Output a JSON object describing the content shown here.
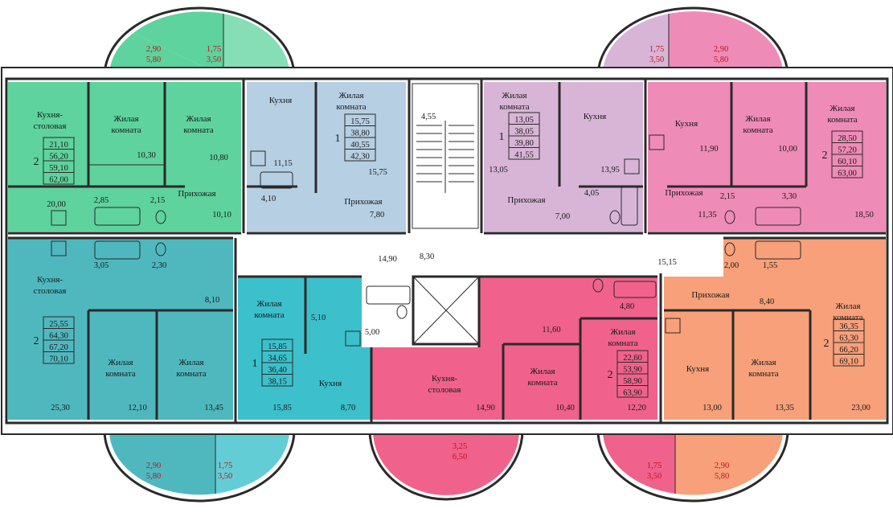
{
  "colors": {
    "green": "#5ed39d",
    "blue": "#b6cfe3",
    "lilac": "#d8b5d7",
    "pink": "#ef8bb7",
    "teal": "#4fb8bf",
    "cyan": "#3cc0cb",
    "rose": "#f0628b",
    "orange": "#f7a07a",
    "corridor": "#ffffff",
    "wall": "#2a2a2a",
    "balcony_text": "#c0141c"
  },
  "room_labels": {
    "kitchen_dining": "Кухня-\nстоловая",
    "living": "Жилая\nкомната",
    "kitchen": "Кухня",
    "hall": "Прихожая"
  },
  "apartments": [
    {
      "id": "a1",
      "rooms": "2",
      "areas": [
        "21,10",
        "56,20",
        "59,10",
        "62,00"
      ]
    },
    {
      "id": "a2",
      "rooms": "1",
      "areas": [
        "15,75",
        "38,80",
        "40,55",
        "42,30"
      ]
    },
    {
      "id": "a3",
      "rooms": "1",
      "areas": [
        "13,05",
        "38,05",
        "39,80",
        "41,55"
      ]
    },
    {
      "id": "a4",
      "rooms": "2",
      "areas": [
        "28,50",
        "57,20",
        "60,10",
        "63,00"
      ]
    },
    {
      "id": "a5",
      "rooms": "2",
      "areas": [
        "25,55",
        "64,30",
        "67,20",
        "70,10"
      ]
    },
    {
      "id": "a6",
      "rooms": "1",
      "areas": [
        "15,85",
        "34,65",
        "36,40",
        "38,15"
      ]
    },
    {
      "id": "a7",
      "rooms": "2",
      "areas": [
        "22,60",
        "53,90",
        "58,90",
        "63,90"
      ]
    },
    {
      "id": "a8",
      "rooms": "2",
      "areas": [
        "36,35",
        "63,30",
        "66,20",
        "69,10"
      ]
    }
  ],
  "room_areas": [
    "20,00",
    "10,30",
    "10,80",
    "2,85",
    "2,15",
    "10,10",
    "11,15",
    "15,75",
    "4,10",
    "7,80",
    "13,05",
    "13,95",
    "4,05",
    "7,00",
    "11,90",
    "10,00",
    "2,15",
    "3,30",
    "11,35",
    "18,50",
    "3,05",
    "2,30",
    "8,10",
    "25,30",
    "12,10",
    "13,45",
    "5,10",
    "5,00",
    "15,85",
    "8,70",
    "11,60",
    "4,80",
    "14,90",
    "10,40",
    "12,20",
    "2,00",
    "1,55",
    "8,40",
    "13,00",
    "13,35",
    "23,00",
    "4,55",
    "14,90",
    "8,30",
    "15,15"
  ],
  "balconies": [
    {
      "id": "b1",
      "line1": "2,90",
      "line2": "5,80"
    },
    {
      "id": "b2",
      "line1": "1,75",
      "line2": "3,50"
    },
    {
      "id": "b3",
      "line1": "1,75",
      "line2": "3,50"
    },
    {
      "id": "b4",
      "line1": "2,90",
      "line2": "5,80"
    },
    {
      "id": "b5",
      "line1": "2,90",
      "line2": "5,80"
    },
    {
      "id": "b6",
      "line1": "1,75",
      "line2": "3,50"
    },
    {
      "id": "b7",
      "line1": "3,25",
      "line2": "6,50"
    },
    {
      "id": "b8",
      "line1": "1,75",
      "line2": "3,50"
    },
    {
      "id": "b9",
      "line1": "2,90",
      "line2": "5,80"
    }
  ]
}
